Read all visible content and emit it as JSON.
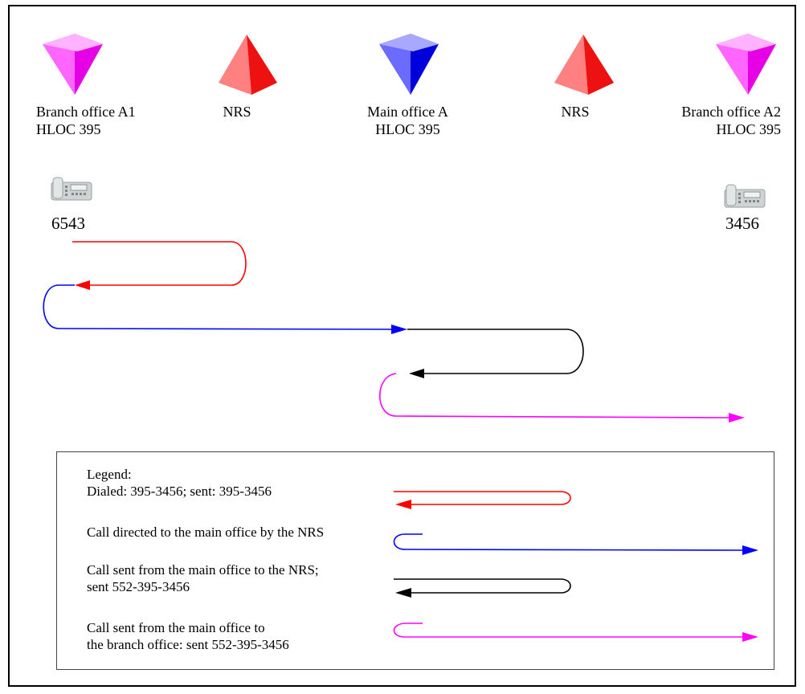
{
  "nodes": [
    {
      "id": "branch-a1",
      "line1": "Branch office A1",
      "line2": "HLOC 395",
      "color": "#ff33ff"
    },
    {
      "id": "nrs-1",
      "line1": "NRS",
      "line2": "",
      "color": "#ff2222"
    },
    {
      "id": "main-a",
      "line1": "Main office A",
      "line2": "HLOC 395",
      "color": "#1a1aff"
    },
    {
      "id": "nrs-2",
      "line1": "NRS",
      "line2": "",
      "color": "#ff2222"
    },
    {
      "id": "branch-a2",
      "line1": "Branch office A2",
      "line2": "HLOC 395",
      "color": "#ff33ff"
    }
  ],
  "phones": [
    {
      "id": "phone-6543",
      "number": "6543",
      "icon": "desk-phone-icon"
    },
    {
      "id": "phone-3456",
      "number": "3456",
      "icon": "desk-phone-icon"
    }
  ],
  "legend": {
    "title": "Legend:",
    "items": [
      {
        "lines": [
          "Dialed: 395-3456; sent: 395-3456"
        ],
        "color": "#ff0000"
      },
      {
        "lines": [
          "Call directed to the main office by the NRS"
        ],
        "color": "#0000ff"
      },
      {
        "lines": [
          "Call sent from the main office to the NRS;",
          "sent 552-395-3456"
        ],
        "color": "#000000"
      },
      {
        "lines": [
          "Call sent from the main office to",
          "the branch office: sent 552-395-3456"
        ],
        "color": "#ff00ff"
      }
    ]
  },
  "colors": {
    "red": "#ff0000",
    "blue": "#0000ff",
    "black": "#000000",
    "magenta": "#ff00ff"
  }
}
